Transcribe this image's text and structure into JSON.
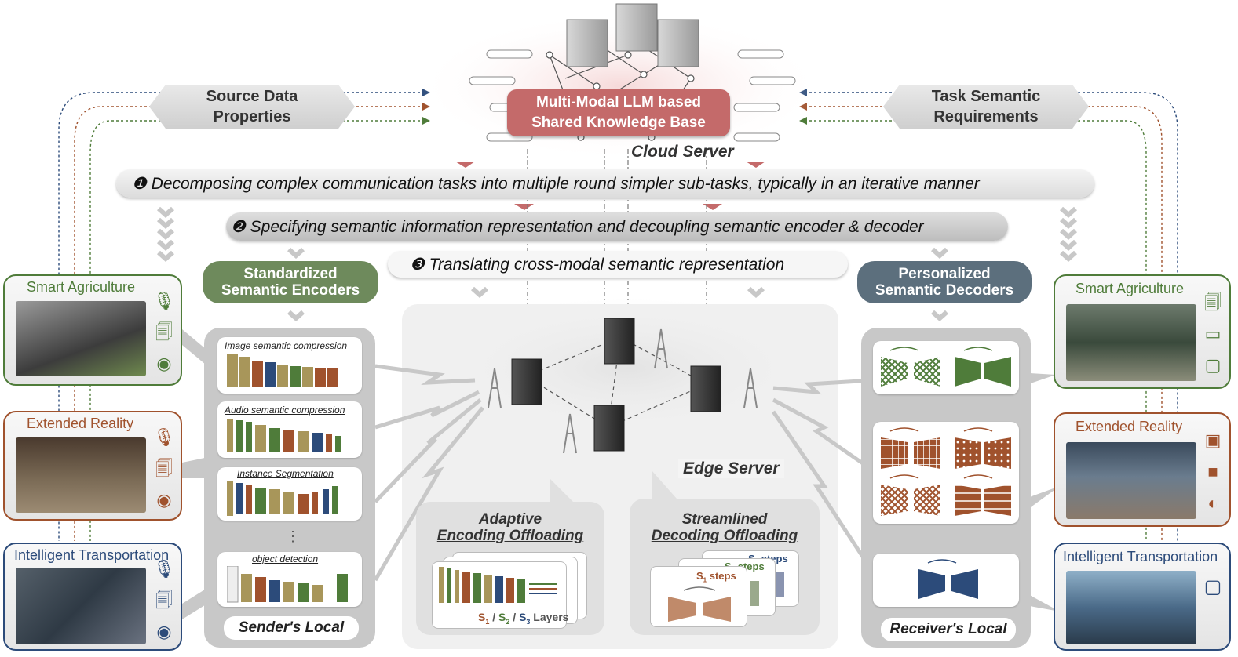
{
  "colors": {
    "green": "#4f7c3a",
    "brown": "#a0522d",
    "navy": "#2c4b7a",
    "olive": "#a8965a",
    "red_box": "#c46a6a",
    "gray_bg": "#c8c8c8"
  },
  "top": {
    "source_data": [
      "Source Data",
      "Properties"
    ],
    "task_semantic": [
      "Task Semantic",
      "Requirements"
    ],
    "knowledge_base": [
      "Multi-Modal LLM based",
      "Shared Knowledge Base"
    ],
    "cloud_server": "Cloud Server"
  },
  "steps": {
    "step1": "❶ Decomposing complex communication tasks into multiple round simpler sub-tasks, typically in an iterative manner",
    "step2": "❷ Specifying semantic information representation and decoupling semantic encoder & decoder",
    "step3": "❸ Translating cross-modal semantic representation"
  },
  "encoders": {
    "title": [
      "Standardized",
      "Semantic Encoders"
    ],
    "items": [
      "Image semantic compression",
      "Audio semantic compression",
      "Instance Segmentation",
      "object detection"
    ],
    "ellipsis": "⋮",
    "footer": "Sender's Local"
  },
  "decoders": {
    "title": [
      "Personalized",
      "Semantic Decoders"
    ],
    "footer": "Receiver's Local"
  },
  "edge": {
    "label": "Edge Server",
    "adaptive": [
      "Adaptive",
      "Encoding Offloading"
    ],
    "streamlined": [
      "Streamlined",
      "Decoding Offloading"
    ],
    "layers": [
      "S",
      "1",
      " / ",
      "S",
      "2",
      " / ",
      "S",
      "3",
      " Layers"
    ],
    "steps": {
      "s1": "S",
      "s1sub": "1",
      "s1txt": " steps",
      "s2": "S",
      "s2sub": "2",
      "s2txt": " steps",
      "s3": "S",
      "s3sub": "3",
      "s3txt": " steps"
    }
  },
  "left_apps": [
    {
      "label": "Smart Agriculture",
      "icons": [
        "microphone-icon",
        "documents-icon",
        "webcam-icon"
      ]
    },
    {
      "label": "Extended Reality",
      "icons": [
        "microphone-icon",
        "documents-icon",
        "webcam-icon"
      ]
    },
    {
      "label": "Intelligent Transportation",
      "icons": [
        "microphone-icon",
        "documents-icon",
        "webcam-icon"
      ]
    }
  ],
  "right_apps": [
    {
      "label": "Smart Agriculture",
      "icons": [
        "documents-icon",
        "printer-icon",
        "monitor-icon"
      ]
    },
    {
      "label": "Extended Reality",
      "icons": [
        "speaker-icon",
        "video-camera-icon",
        "vr-headset-icon"
      ]
    },
    {
      "label": "Intelligent Transportation",
      "icons": [
        "monitor-icon"
      ]
    }
  ]
}
